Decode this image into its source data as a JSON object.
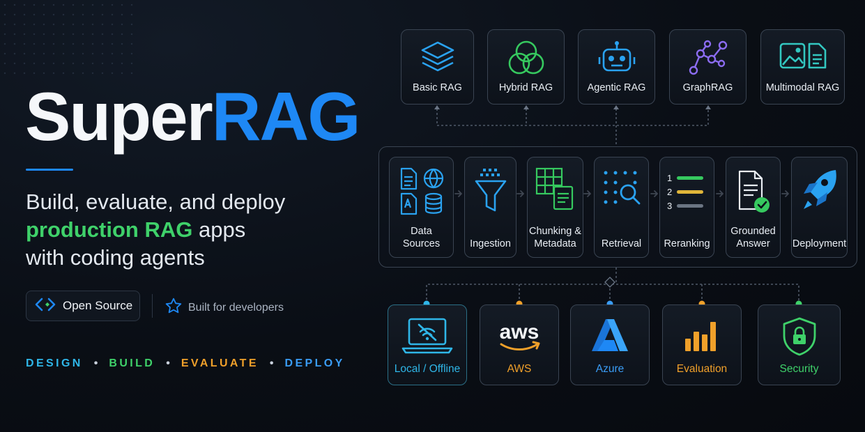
{
  "title": {
    "part1": "Super",
    "part2": "RAG"
  },
  "tagline": {
    "line1": "Build, evaluate, and deploy",
    "line2_highlight": "production RAG",
    "line2_rest": " apps",
    "line3": "with coding agents"
  },
  "badges": {
    "open_source": "Open Source",
    "built_for": "Built for developers"
  },
  "phases": [
    "DESIGN",
    "BUILD",
    "EVALUATE",
    "DEPLOY"
  ],
  "phase_separator": "•",
  "rag_types": [
    "Basic RAG",
    "Hybrid RAG",
    "Agentic RAG",
    "GraphRAG",
    "Multimodal RAG"
  ],
  "pipeline": [
    {
      "line1": "Data",
      "line2": "Sources"
    },
    {
      "line1": "Ingestion",
      "line2": ""
    },
    {
      "line1": "Chunking &",
      "line2": "Metadata"
    },
    {
      "line1": "Retrieval",
      "line2": ""
    },
    {
      "line1": "Reranking",
      "line2": ""
    },
    {
      "line1": "Grounded",
      "line2": "Answer"
    },
    {
      "line1": "Deployment",
      "line2": ""
    }
  ],
  "rerank_numbers": [
    "1",
    "2",
    "3"
  ],
  "aws_logo": "aws",
  "targets": [
    {
      "label": "Local / Offline",
      "color": "#2fb6e8"
    },
    {
      "label": "AWS",
      "color": "#f0a02a"
    },
    {
      "label": "Azure",
      "color": "#3a9cf5"
    },
    {
      "label": "Evaluation",
      "color": "#f0a02a"
    },
    {
      "label": "Security",
      "color": "#3fd16a"
    }
  ],
  "colors": {
    "accent_blue": "#1e88f5",
    "accent_green": "#3fd16a",
    "accent_orange": "#f0a02a",
    "phase_colors": [
      "#2fb6e8",
      "#3fd16a",
      "#f0a02a",
      "#3a9cf5"
    ]
  },
  "icons": [
    "layers-icon",
    "venn-icon",
    "robot-icon",
    "graph-icon",
    "image-doc-icon",
    "data-sources-icon",
    "funnel-icon",
    "chunking-icon",
    "retrieval-icon",
    "reranking-icon",
    "grounded-answer-icon",
    "rocket-icon",
    "laptop-offline-icon",
    "aws-logo-icon",
    "azure-logo-icon",
    "bar-chart-icon",
    "shield-lock-icon",
    "code-icon",
    "star-icon"
  ]
}
